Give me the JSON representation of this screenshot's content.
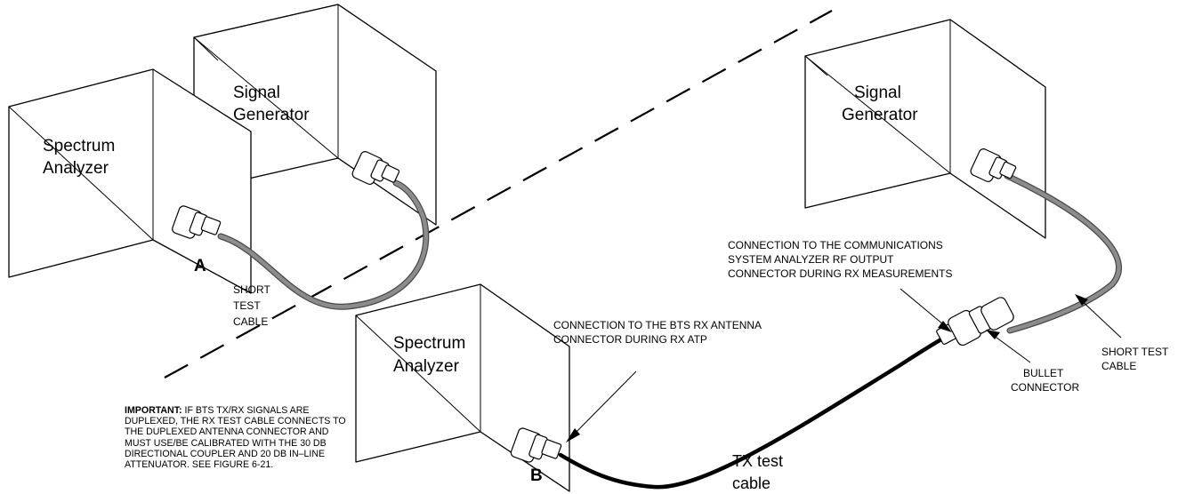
{
  "setup_a": {
    "letter": "A",
    "spectrum_analyzer": [
      "Spectrum",
      "Analyzer"
    ],
    "signal_generator": [
      "Signal",
      "Generator"
    ],
    "cable_label": [
      "SHORT",
      "TEST",
      "CABLE"
    ]
  },
  "setup_b": {
    "letter": "B",
    "spectrum_analyzer": [
      "Spectrum",
      "Analyzer"
    ],
    "signal_generator": [
      "Signal",
      "Generator"
    ],
    "bts_callout": [
      "CONNECTION TO THE BTS RX ANTENNA",
      "CONNECTOR DURING RX ATP"
    ],
    "csa_callout": [
      "CONNECTION TO THE COMMUNICATIONS",
      "SYSTEM ANALYZER RF OUTPUT",
      "CONNECTOR DURING RX MEASUREMENTS"
    ],
    "short_cable_label": [
      "SHORT TEST",
      "CABLE"
    ],
    "bullet_label": [
      "BULLET",
      "CONNECTOR"
    ],
    "tx_cable_label": [
      "TX test",
      "cable"
    ]
  },
  "note": {
    "prefix": "IMPORTANT:",
    "text": "IF BTS TX/RX SIGNALS ARE DUPLEXED, THE RX TEST CABLE CONNECTS TO THE DUPLEXED ANTENNA CONNECTOR AND MUST USE/BE CALIBRATED WITH THE 30 DB DIRECTIONAL COUPLER AND 20 DB IN–LINE ATTENUATOR. SEE FIGURE 6-21."
  }
}
